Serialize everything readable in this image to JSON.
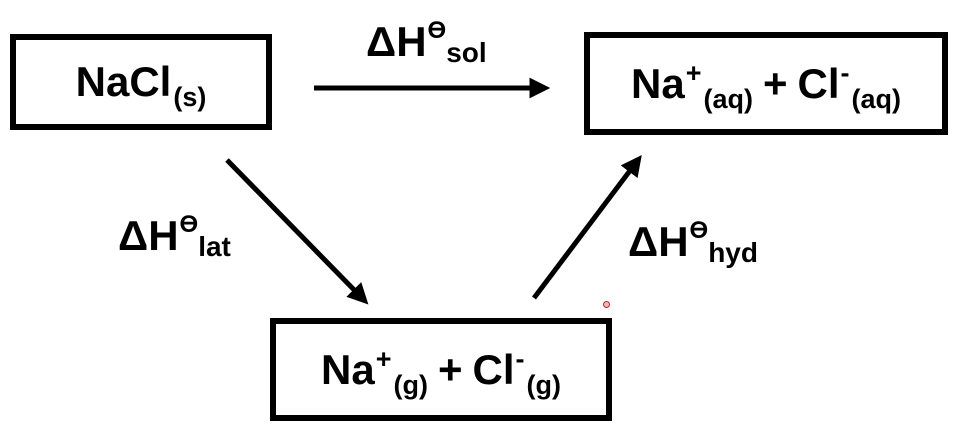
{
  "boxes": {
    "reactant": {
      "species": "NaCl",
      "state": "(s)"
    },
    "aqueous": {
      "ion1": {
        "symbol": "Na",
        "charge": "+",
        "state": "(aq)"
      },
      "plus": "+",
      "ion2": {
        "symbol": "Cl",
        "charge": "-",
        "state": "(aq)"
      }
    },
    "gaseous": {
      "ion1": {
        "symbol": "Na",
        "charge": "+",
        "state": "(g)"
      },
      "plus": "+",
      "ion2": {
        "symbol": "Cl",
        "charge": "-",
        "state": "(g)"
      }
    }
  },
  "labels": {
    "delta_h": "ΔH",
    "standard_symbol": "ϴ",
    "solution_sub": "sol",
    "lattice_sub": "lat",
    "hydration_sub": "hyd"
  },
  "colors": {
    "ink": "#000000",
    "background": "#ffffff",
    "pointer_dot": "#d11a2a"
  }
}
